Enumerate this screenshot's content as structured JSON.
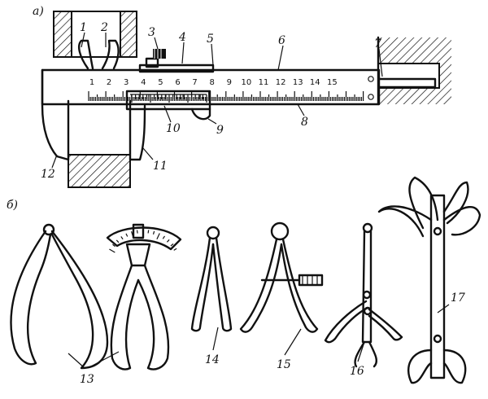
{
  "sections": {
    "a": "а)",
    "b": "б)"
  },
  "scale_numbers": [
    "1",
    "2",
    "3",
    "4",
    "5",
    "6",
    "7",
    "8",
    "9",
    "10",
    "11",
    "12",
    "13",
    "14",
    "15"
  ],
  "labels": {
    "n1": "1",
    "n2": "2",
    "n3": "3",
    "n4": "4",
    "n5": "5",
    "n6": "6",
    "n7": "7",
    "n8": "8",
    "n9": "9",
    "n10": "10",
    "n11": "11",
    "n12": "12",
    "n13": "13",
    "n14": "14",
    "n15": "15",
    "n16": "16",
    "n17": "17"
  }
}
